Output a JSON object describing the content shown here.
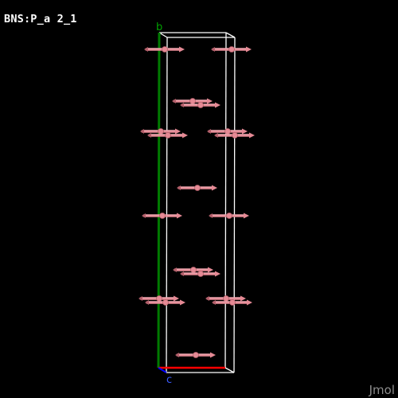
{
  "title": "BNS:P_a 2_1",
  "watermark": "Jmol",
  "axes": {
    "b": "b",
    "c": "c"
  },
  "colors": {
    "background": "#000000",
    "cell": "#ffffff",
    "axis_a": "#ff0000",
    "axis_b": "#007a00",
    "axis_c": "#0000ff",
    "arrow": "#e58a95",
    "arrow_highlight": "#f3b3bb",
    "arrow_shadow": "#b35f6a"
  }
}
